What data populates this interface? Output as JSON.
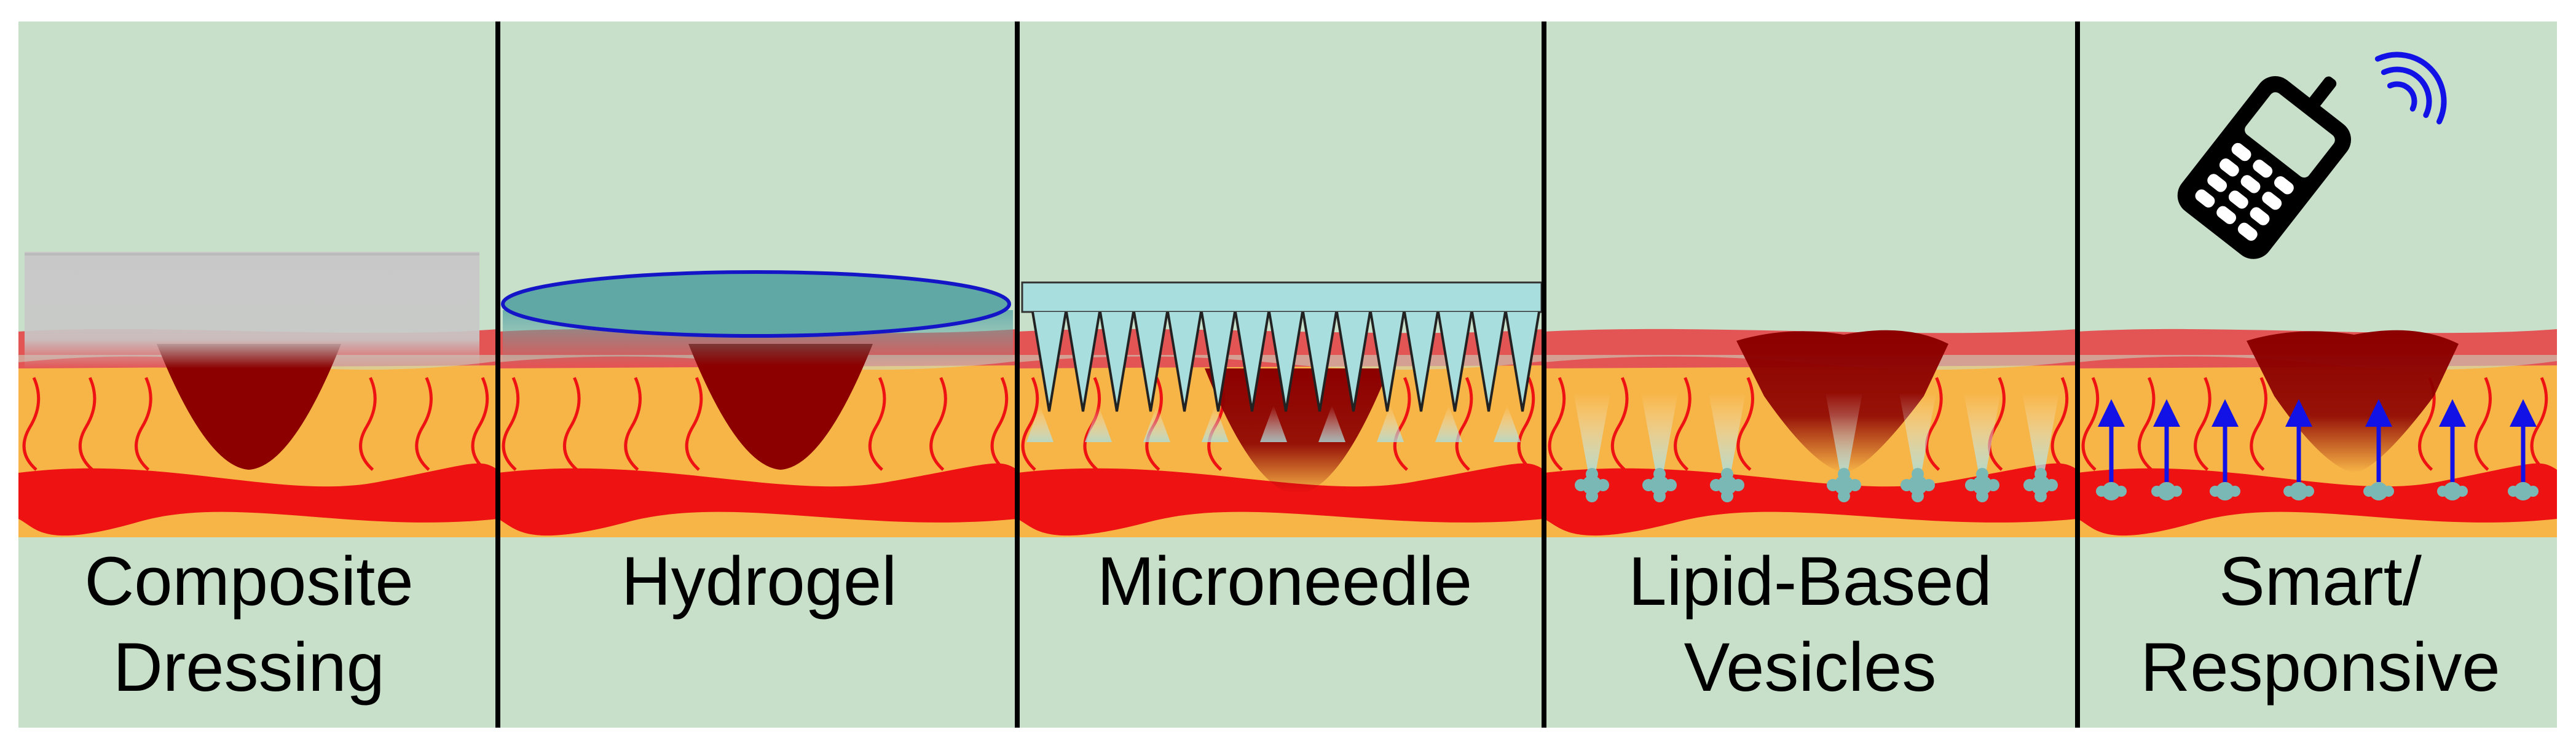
{
  "panels": [
    {
      "id": "composite",
      "label_lines": [
        "Composite",
        "Dressing"
      ]
    },
    {
      "id": "hydrogel",
      "label_lines": [
        "Hydrogel"
      ]
    },
    {
      "id": "microneedle",
      "label_lines": [
        "Microneedle"
      ]
    },
    {
      "id": "lipid",
      "label_lines": [
        "Lipid-Based",
        "Vesicles"
      ]
    },
    {
      "id": "smart",
      "label_lines": [
        "Smart/",
        "Responsive"
      ]
    }
  ],
  "colors": {
    "background": "#c8dfc9",
    "divider": "#000000",
    "epidermis": "#e35555",
    "fat": "#f7b547",
    "vessel": "#ef1212",
    "wound": "#8c0000",
    "composite_dressing": "#c8c8c8",
    "hydrogel_fill": "#5fa8a6",
    "hydrogel_outline": "#1515c8",
    "microneedle_patch": "#a9dede",
    "vesicle": "#7ab8b6",
    "arrow": "#1212e6",
    "phone": "#000000",
    "signal": "#1212e6"
  }
}
